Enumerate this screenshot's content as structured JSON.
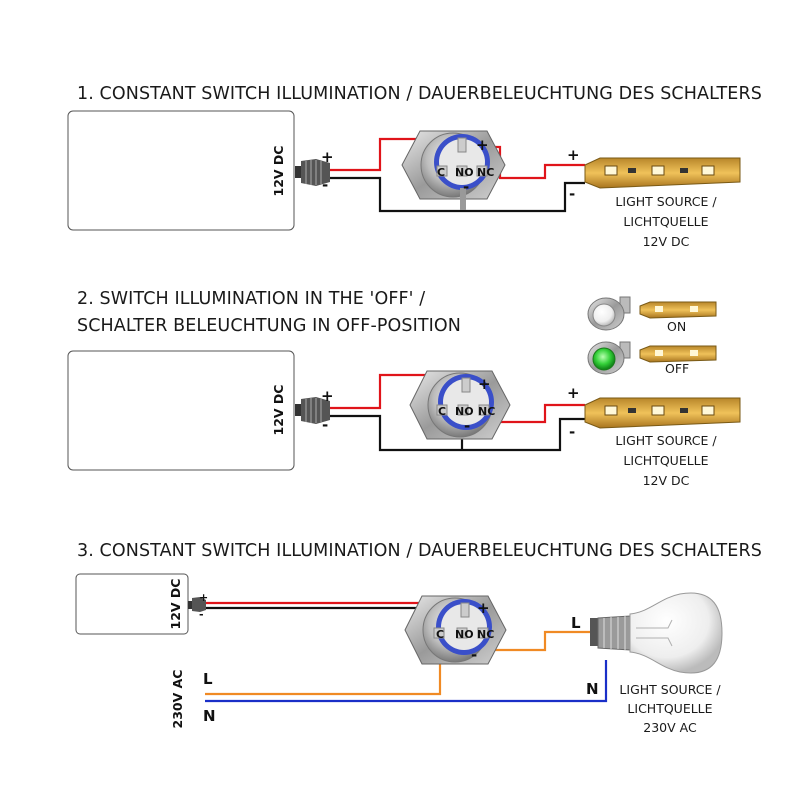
{
  "colors": {
    "wire_red": "#e0141a",
    "wire_black": "#111111",
    "wire_orange": "#f08a24",
    "wire_blue": "#1a2fc8",
    "switch_ring": "#3a4fc9",
    "led_green": "#35d13a"
  },
  "section1": {
    "title": "1. CONSTANT SWITCH ILLUMINATION / DAUERBELEUCHTUNG DES SCHALTERS",
    "psu_label": "12V DC",
    "plus": "+",
    "minus": "-",
    "pins": {
      "c": "C",
      "no": "NO",
      "nc": "NC",
      "plus": "+",
      "minus": "-"
    },
    "load_label": [
      "LIGHT SOURCE /",
      "LICHTQUELLE",
      "12V DC"
    ]
  },
  "section2": {
    "title": [
      "2. SWITCH ILLUMINATION IN THE 'OFF' /",
      "SCHALTER BELEUCHTUNG IN OFF-POSITION"
    ],
    "psu_label": "12V DC",
    "plus": "+",
    "minus": "-",
    "pins": {
      "c": "C",
      "no": "NO",
      "nc": "NC",
      "plus": "+",
      "minus": "-"
    },
    "legend": {
      "on": "ON",
      "off": "OFF"
    },
    "load_label": [
      "LIGHT SOURCE /",
      "LICHTQUELLE",
      "12V DC"
    ]
  },
  "section3": {
    "title": "3. CONSTANT SWITCH ILLUMINATION / DAUERBELEUCHTUNG DES SCHALTERS",
    "psu_label": "12V DC",
    "plus": "+",
    "minus": "-",
    "ac_label": "230V AC",
    "line": "L",
    "neutral": "N",
    "pins": {
      "c": "C",
      "no": "NO",
      "nc": "NC",
      "plus": "+",
      "minus": "-"
    },
    "load_label": [
      "LIGHT SOURCE /",
      "LICHTQUELLE",
      "230V AC"
    ]
  }
}
